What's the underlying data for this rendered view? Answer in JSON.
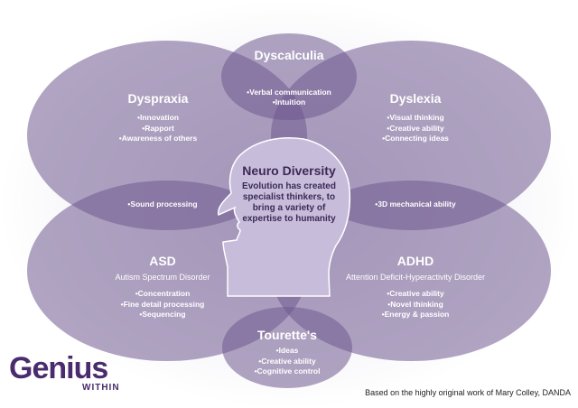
{
  "center": {
    "title": "Neuro Diversity",
    "description": "Evolution has created specialist thinkers, to bring a variety of expertise to humanity"
  },
  "nodes": {
    "dyscalculia": {
      "title": "Dyscalculia"
    },
    "dyspraxia": {
      "title": "Dyspraxia",
      "items": [
        "Innovation",
        "Rapport",
        "Awareness of others"
      ]
    },
    "dyslexia": {
      "title": "Dyslexia",
      "items": [
        "Visual thinking",
        "Creative ability",
        "Connecting ideas"
      ]
    },
    "asd": {
      "title": "ASD",
      "subtitle": "Autism Spectrum Disorder",
      "items": [
        "Concentration",
        "Fine detail processing",
        "Sequencing"
      ]
    },
    "adhd": {
      "title": "ADHD",
      "subtitle": "Attention Deficit-Hyperactivity Disorder",
      "items": [
        "Creative ability",
        "Novel thinking",
        "Energy & passion"
      ]
    },
    "tourettes": {
      "title": "Tourette's",
      "items": [
        "Ideas",
        "Creative ability",
        "Cognitive control"
      ]
    }
  },
  "overlaps": {
    "top": [
      "Verbal communication",
      "Intuition"
    ],
    "left": "Sound processing",
    "right": "3D mechanical ability"
  },
  "logo": {
    "word": "Genius",
    "sub": "WITHIN"
  },
  "credit": "Based on the highly original work of Mary Colley, DANDA",
  "colors": {
    "ellipse_fill": "#6f5a8f",
    "head_fill": "#c8bcdb",
    "center_text": "#3b2a55",
    "logo": "#4a2c6e"
  }
}
